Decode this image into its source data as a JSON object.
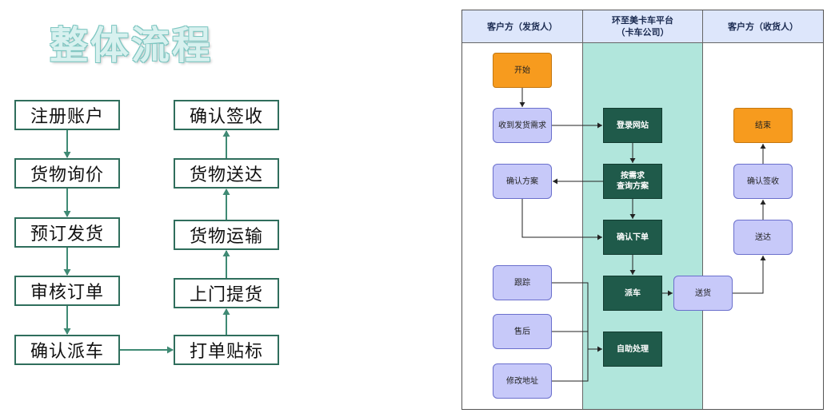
{
  "overview": {
    "title": "整体流程",
    "steps_left": [
      "注册账户",
      "货物询价",
      "预订发货",
      "审核订单",
      "确认派车"
    ],
    "steps_right": [
      "打单贴标",
      "上门提货",
      "货物运输",
      "货物送达",
      "确认签收"
    ]
  },
  "swimlane": {
    "lanes": [
      {
        "title": "客户方（发货人）"
      },
      {
        "title": "环至美卡车平台\n（卡车公司）"
      },
      {
        "title": "客户方（收货人）"
      }
    ],
    "nodes": {
      "start": "开始",
      "receive": "收到发货需求",
      "confirm_plan": "确认方案",
      "track": "跟踪",
      "after_sale": "售后",
      "modify_addr": "修改地址",
      "login": "登录网站",
      "query": "按需求\n查询方案",
      "order": "确认下单",
      "dispatch": "派车",
      "self_service": "自助处理",
      "deliver_goods": "送货",
      "delivered": "送达",
      "sign": "确认签收",
      "end": "结束"
    }
  },
  "colors": {
    "step_border": "#2f6e5c",
    "arrow": "#3f8a74",
    "lane_header": "#dde6fb",
    "platform_lane": "#b1e6dc",
    "node_orange": "#f79b1e",
    "node_blue": "#c7c9f9",
    "node_green": "#1f5a4a"
  }
}
